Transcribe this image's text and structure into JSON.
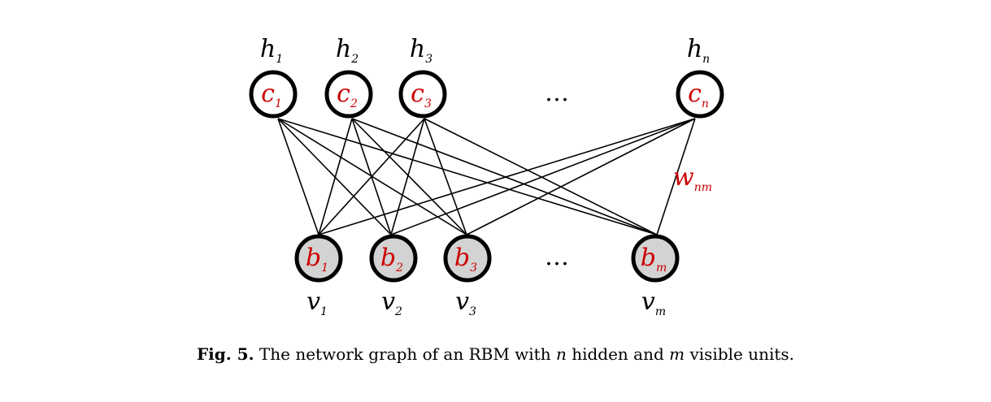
{
  "colors": {
    "node_outline": "#000000",
    "hidden_fill": "#ffffff",
    "visible_fill": "#d3d3d3",
    "bias_text": "#cc0000",
    "weight_text": "#cc0000",
    "edge": "#000000"
  },
  "hidden_layer": {
    "units": [
      {
        "id": "h1",
        "unit": {
          "base": "h",
          "sub": "1"
        },
        "bias": {
          "base": "c",
          "sub": "1"
        }
      },
      {
        "id": "h2",
        "unit": {
          "base": "h",
          "sub": "2"
        },
        "bias": {
          "base": "c",
          "sub": "2"
        }
      },
      {
        "id": "h3",
        "unit": {
          "base": "h",
          "sub": "3"
        },
        "bias": {
          "base": "c",
          "sub": "3"
        }
      },
      {
        "id": "hn",
        "unit": {
          "base": "h",
          "sub": "n"
        },
        "bias": {
          "base": "c",
          "sub": "n"
        }
      }
    ],
    "ellipsis": "…"
  },
  "visible_layer": {
    "units": [
      {
        "id": "v1",
        "unit": {
          "base": "v",
          "sub": "1"
        },
        "bias": {
          "base": "b",
          "sub": "1"
        }
      },
      {
        "id": "v2",
        "unit": {
          "base": "v",
          "sub": "2"
        },
        "bias": {
          "base": "b",
          "sub": "2"
        }
      },
      {
        "id": "v3",
        "unit": {
          "base": "v",
          "sub": "3"
        },
        "bias": {
          "base": "b",
          "sub": "3"
        }
      },
      {
        "id": "vm",
        "unit": {
          "base": "v",
          "sub": "m"
        },
        "bias": {
          "base": "b",
          "sub": "m"
        }
      }
    ],
    "ellipsis": "…"
  },
  "edges": [
    {
      "from": "h1",
      "to": "v1"
    },
    {
      "from": "h1",
      "to": "v2"
    },
    {
      "from": "h1",
      "to": "v3"
    },
    {
      "from": "h1",
      "to": "vm"
    },
    {
      "from": "h2",
      "to": "v1"
    },
    {
      "from": "h2",
      "to": "v2"
    },
    {
      "from": "h2",
      "to": "v3"
    },
    {
      "from": "h2",
      "to": "vm"
    },
    {
      "from": "h3",
      "to": "v1"
    },
    {
      "from": "h3",
      "to": "v2"
    },
    {
      "from": "h3",
      "to": "v3"
    },
    {
      "from": "h3",
      "to": "vm"
    },
    {
      "from": "hn",
      "to": "v1"
    },
    {
      "from": "hn",
      "to": "v2"
    },
    {
      "from": "hn",
      "to": "v3"
    },
    {
      "from": "hn",
      "to": "vm"
    }
  ],
  "weight_label": {
    "base": "w",
    "sub": "nm",
    "edge": {
      "from": "hn",
      "to": "vm"
    }
  },
  "caption": {
    "label": "Fig. 5.",
    "part1": " The network graph of an RBM with ",
    "n": "n",
    "part2": " hidden and ",
    "m": "m",
    "part3": " visible units."
  }
}
